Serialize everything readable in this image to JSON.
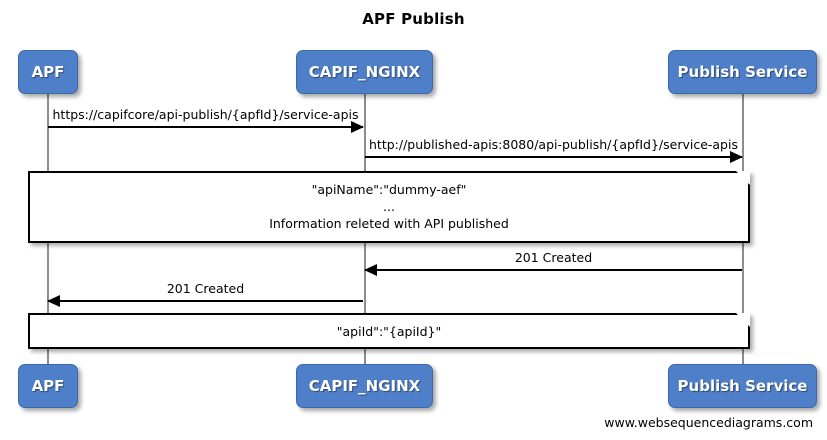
{
  "diagram": {
    "title": "APF Publish",
    "type": "sequence-diagram",
    "footer_credit": "www.websequencediagrams.com",
    "colors": {
      "actor_fill": "#4f7fc8",
      "actor_border": "#3c68ad",
      "actor_text": "#ffffff",
      "line": "#000000",
      "lifeline": "#8d8d8d",
      "background": "#ffffff"
    },
    "actors": [
      {
        "id": "apf",
        "label": "APF"
      },
      {
        "id": "capif_nginx",
        "label": "CAPIF_NGINX"
      },
      {
        "id": "publish_service",
        "label": "Publish Service"
      }
    ],
    "messages": [
      {
        "index": 1,
        "from": "apf",
        "to": "capif_nginx",
        "direction": "right",
        "label": "https://capifcore/api-publish/{apfId}/service-apis"
      },
      {
        "index": 2,
        "from": "capif_nginx",
        "to": "publish_service",
        "direction": "right",
        "label": "http://published-apis:8080/api-publish/{apfId}/service-apis"
      },
      {
        "index": 3,
        "from": "publish_service",
        "to": "capif_nginx",
        "direction": "left",
        "label": "201 Created"
      },
      {
        "index": 4,
        "from": "capif_nginx",
        "to": "apf",
        "direction": "left",
        "label": "201 Created"
      }
    ],
    "notes": [
      {
        "index": 1,
        "after_message": 2,
        "lines": [
          "\"apiName\":\"dummy-aef\"",
          "...",
          "Information releted with API published"
        ]
      },
      {
        "index": 2,
        "after_message": 4,
        "lines": [
          "\"apiId\":\"{apiId}\""
        ]
      }
    ]
  }
}
